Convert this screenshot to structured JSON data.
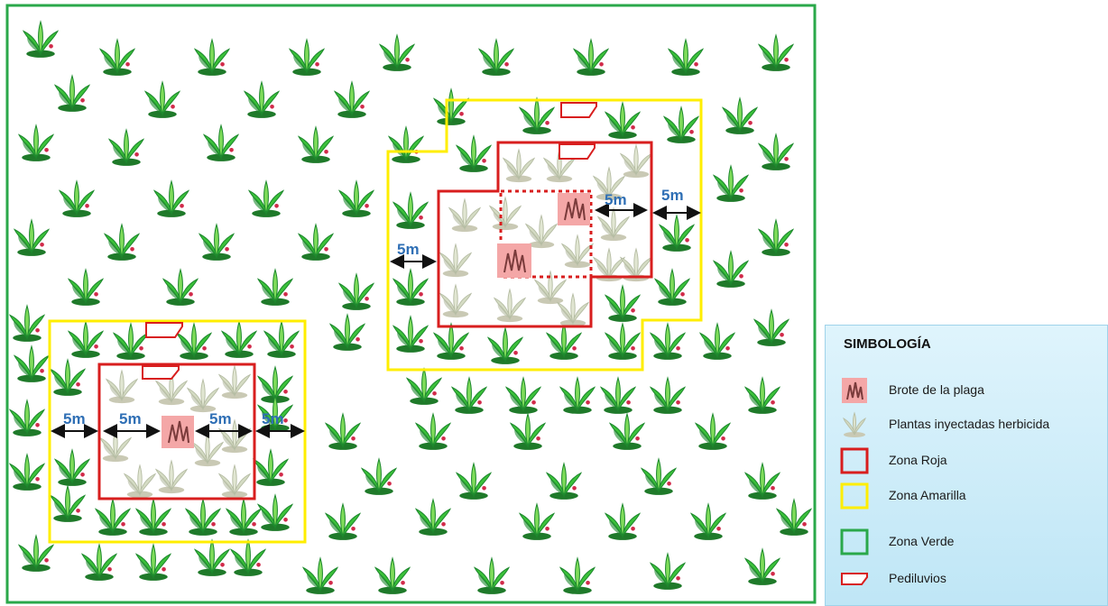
{
  "diagram": {
    "distance_label": "5m",
    "colors": {
      "red": "#d81e1e",
      "yellow": "#ffee00",
      "green": "#2aa84a",
      "outbreak": "#f4a7a7"
    }
  },
  "legend": {
    "title": "SIMBOLOGÍA",
    "items": [
      {
        "symbol": "outbreak",
        "label": "Brote de la plaga"
      },
      {
        "symbol": "injected-plant",
        "label": "Plantas inyectadas herbicida"
      },
      {
        "symbol": "red-square",
        "label": "Zona Roja"
      },
      {
        "symbol": "yellow-square",
        "label": "Zona Amarilla"
      },
      {
        "symbol": "green-square",
        "label": "Zona Verde"
      },
      {
        "symbol": "footbath",
        "label": "Pediluvios"
      }
    ]
  }
}
